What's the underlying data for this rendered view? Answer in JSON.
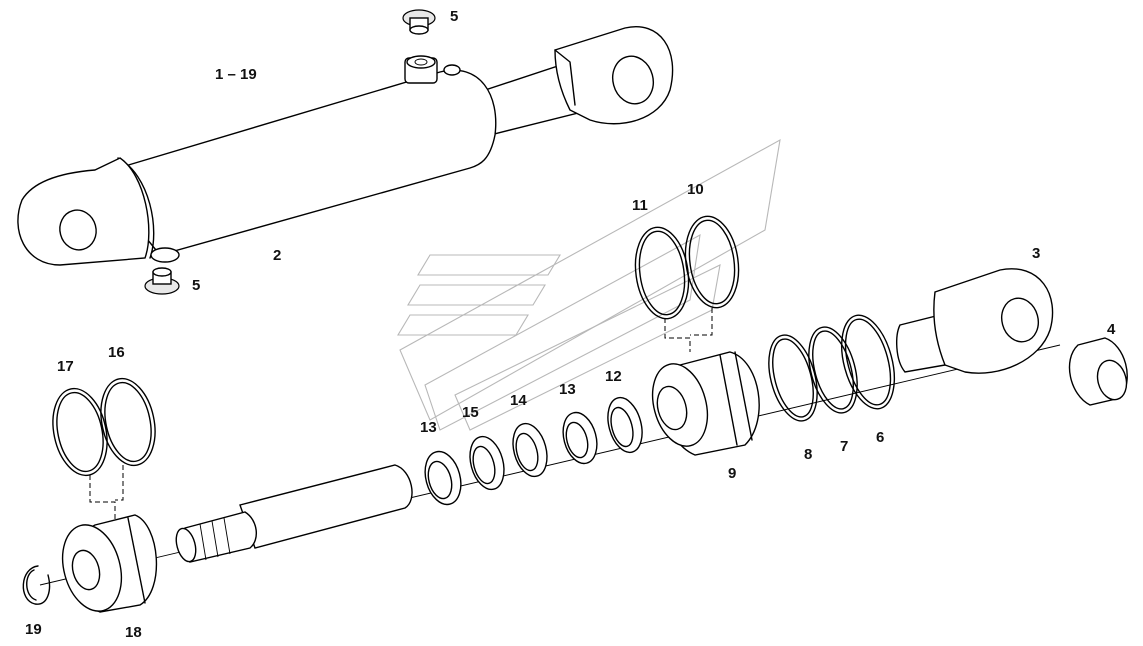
{
  "assembly_label": "1 – 19",
  "callouts": {
    "p2": "2",
    "p3": "3",
    "p4": "4",
    "p5_top": "5",
    "p5_bottom": "5",
    "p6": "6",
    "p7": "7",
    "p8": "8",
    "p9": "9",
    "p10": "10",
    "p11": "11",
    "p12": "12",
    "p13_a": "13",
    "p13_b": "13",
    "p14": "14",
    "p15": "15",
    "p16": "16",
    "p17": "17",
    "p18": "18",
    "p19": "19"
  }
}
